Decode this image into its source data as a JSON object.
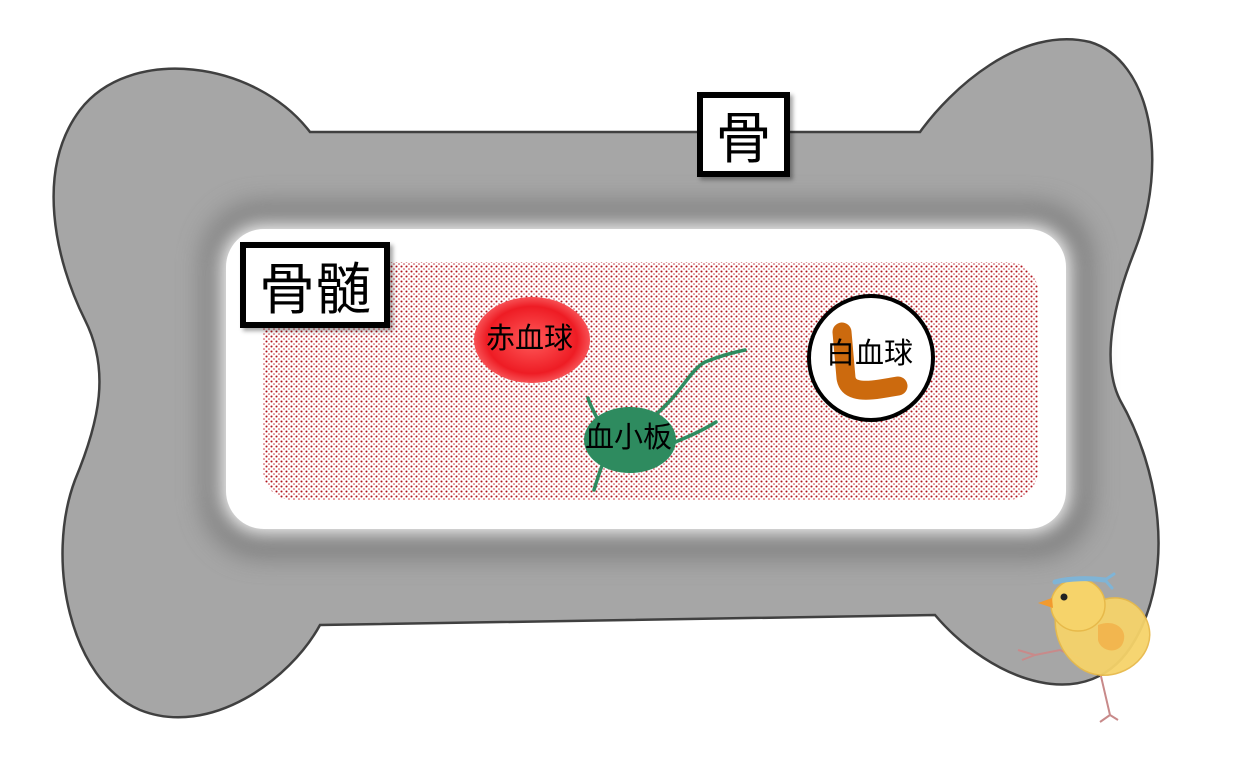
{
  "labels": {
    "bone": "骨",
    "marrow": "骨髄",
    "red_blood_cell": "赤血球",
    "white_blood_cell": "白血球",
    "platelet": "血小板"
  },
  "colors": {
    "bone": "#a6a6a6",
    "bone_outline": "#404040",
    "marrow_dots": "#b0121b",
    "red_blood_cell": "#ee1c24",
    "platelet": "#2e8b5f",
    "white_blood_cell_nucleus": "#cc6a0e"
  },
  "icons": [
    "chick-illustration"
  ]
}
